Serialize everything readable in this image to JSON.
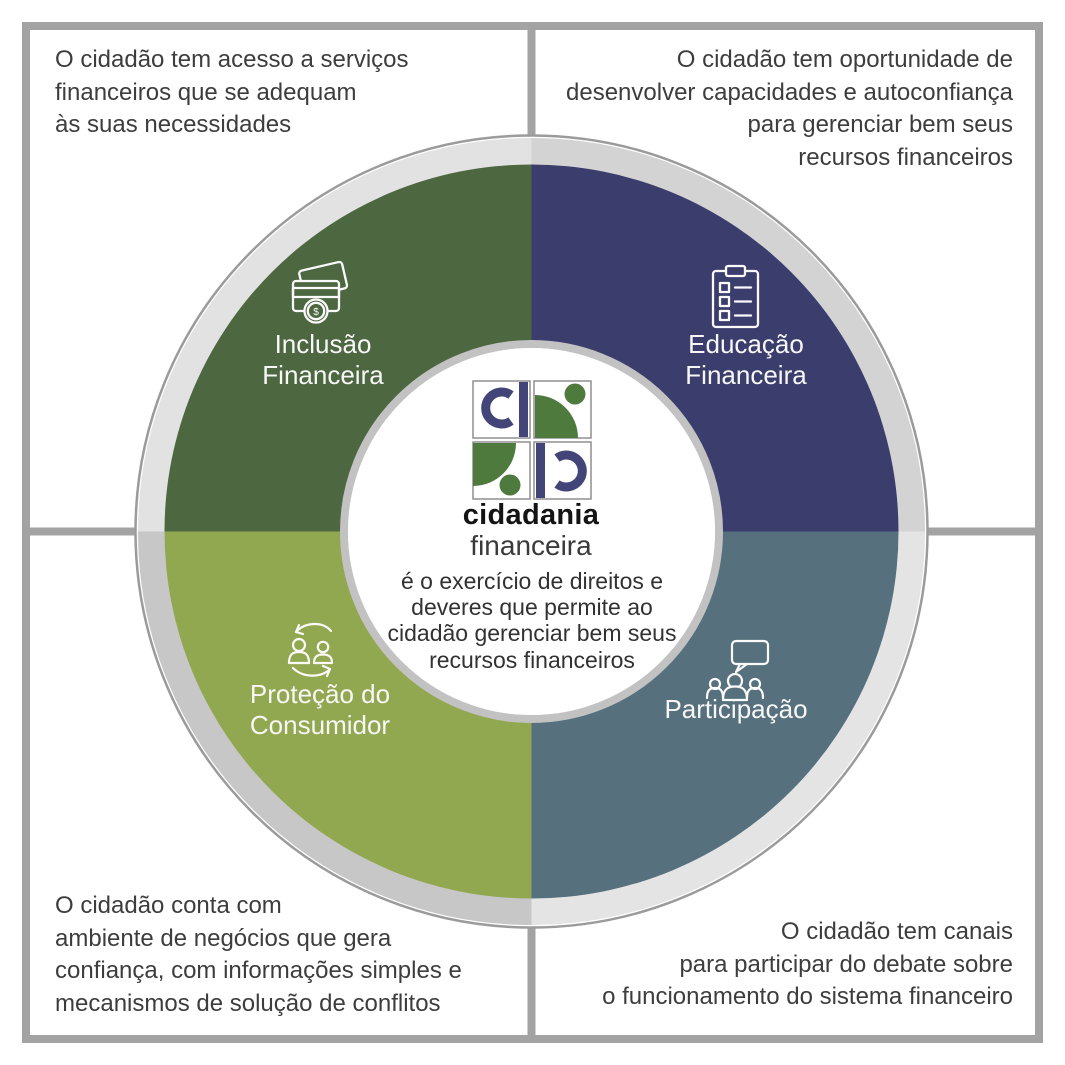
{
  "page": {
    "background": "#ffffff",
    "frame_color": "#a3a3a3",
    "outer_circle_stroke": "#9b9b9b",
    "inner_ring_color": "#c2c2c2"
  },
  "ring_shades": {
    "tl": "#e2e2e2",
    "tr": "#d3d3d3",
    "br": "#e4e4e4",
    "bl": "#c7c7c7"
  },
  "center": {
    "logo_line1": "cidadania",
    "logo_line2": "financeira",
    "description": "é o exercício de direitos e\ndeveres que permite ao\ncidadão gerenciar bem seus\nrecursos financeiros",
    "logo_navy": "#434477",
    "logo_green": "#4e7a3e"
  },
  "quadrants": [
    {
      "id": "inclusao-financeira",
      "label": "Inclusão\nFinanceira",
      "color": "#4d6741",
      "icon": "cards-coin-icon",
      "coin_symbol": "$",
      "corner_text": "O cidadão tem acesso a serviços\nfinanceiros que se adequam\nàs suas necessidades"
    },
    {
      "id": "educacao-financeira",
      "label": "Educação\nFinanceira",
      "color": "#3b3e6d",
      "icon": "checklist-clipboard-icon",
      "corner_text": "O cidadão tem oportunidade de\ndesenvolver capacidades e autoconfiança\npara gerenciar bem seus\nrecursos financeiros"
    },
    {
      "id": "protecao-do-consumidor",
      "label": "Proteção do\nConsumidor",
      "color": "#92a850",
      "icon": "people-exchange-icon",
      "corner_text": "O cidadão conta com\nambiente de negócios que gera\nconfiança, com informações simples e\nmecanismos de solução de conflitos"
    },
    {
      "id": "participacao",
      "label": "Participação",
      "color": "#56707d",
      "icon": "group-speech-icon",
      "corner_text": "O cidadão tem canais\npara participar do debate sobre\no funcionamento do sistema financeiro"
    }
  ]
}
